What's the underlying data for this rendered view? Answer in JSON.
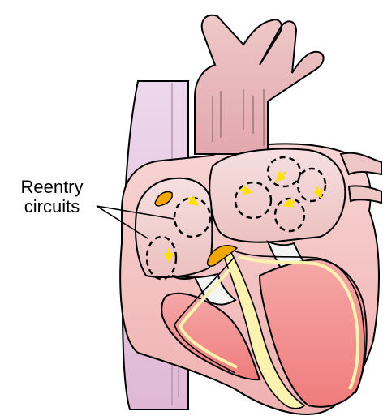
{
  "annotation": {
    "line1": "Reentry",
    "line2": "circuits"
  },
  "colors": {
    "outline": "#000000",
    "vein_fill": "#e8c8de",
    "heart_tissue": "#f2c6c6",
    "vessel_fill": "#e8b4b8",
    "atrium_fill": "#f0d0d0",
    "ventricle_fill": "#f08a8a",
    "valve_fill": "#f4f4f4",
    "conduction_fill": "#fbf2b0",
    "node_fill": "#f0a800",
    "arrow_color": "#ffe000"
  },
  "icons": [
    "heart-illustration",
    "reentry-circuit-loop",
    "sinoatrial-node",
    "atrioventricular-node"
  ]
}
